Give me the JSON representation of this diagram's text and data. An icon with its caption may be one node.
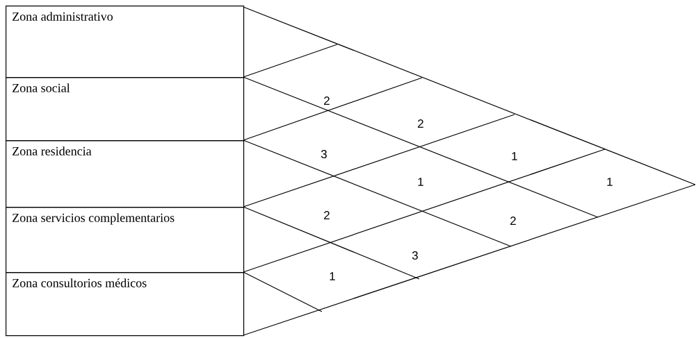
{
  "diagram": {
    "nodes": [
      {
        "text": [
          "Zona administrativo"
        ]
      },
      {
        "text": [
          "Zona social"
        ]
      },
      {
        "text": [
          "Zona residencia"
        ]
      },
      {
        "text": [
          "Zona servicios complementarios"
        ]
      },
      {
        "text": [
          "Zona consultorios médicos"
        ]
      }
    ],
    "labels": [
      "2",
      "2",
      "3",
      "1",
      "1",
      "1",
      "2",
      "2",
      "3",
      "1"
    ]
  }
}
